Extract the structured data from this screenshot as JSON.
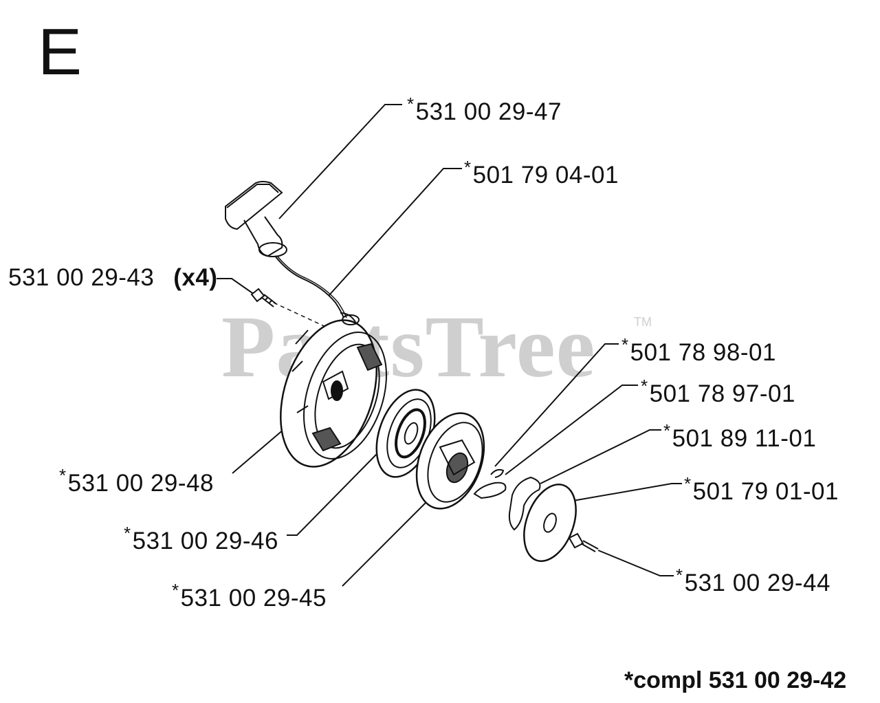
{
  "section_letter": "E",
  "watermark": {
    "text": "PartsTree",
    "tm": "TM"
  },
  "parts": [
    {
      "part_number": "531 00 29-47",
      "asterisk": "*"
    },
    {
      "part_number": "501 79 04-01",
      "asterisk": "*"
    },
    {
      "part_number": "531 00 29-43",
      "asterisk": "",
      "quantity": "(x4)"
    },
    {
      "part_number": "501 78 98-01",
      "asterisk": "*"
    },
    {
      "part_number": "501 78 97-01",
      "asterisk": "*"
    },
    {
      "part_number": "501 89 11-01",
      "asterisk": "*"
    },
    {
      "part_number": "501 79 01-01",
      "asterisk": "*"
    },
    {
      "part_number": "531 00 29-48",
      "asterisk": "*"
    },
    {
      "part_number": "531 00 29-46",
      "asterisk": "*"
    },
    {
      "part_number": "531 00 29-45",
      "asterisk": "*"
    },
    {
      "part_number": "531 00 29-44",
      "asterisk": "*"
    }
  ],
  "footer": "*compl 531 00 29-42"
}
